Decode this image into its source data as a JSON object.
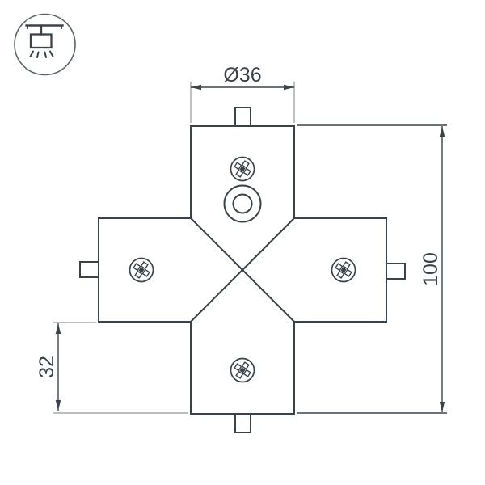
{
  "drawing": {
    "labels": {
      "diameter": "Ø36",
      "overall_height": "100",
      "arm_offset": "32"
    },
    "badge_icon": "surface-ceiling-light-icon",
    "colors": {
      "line": "#3a434b",
      "extension": "#a3a8ac",
      "icon_ring": "#5a646c",
      "background": "#ffffff"
    }
  }
}
